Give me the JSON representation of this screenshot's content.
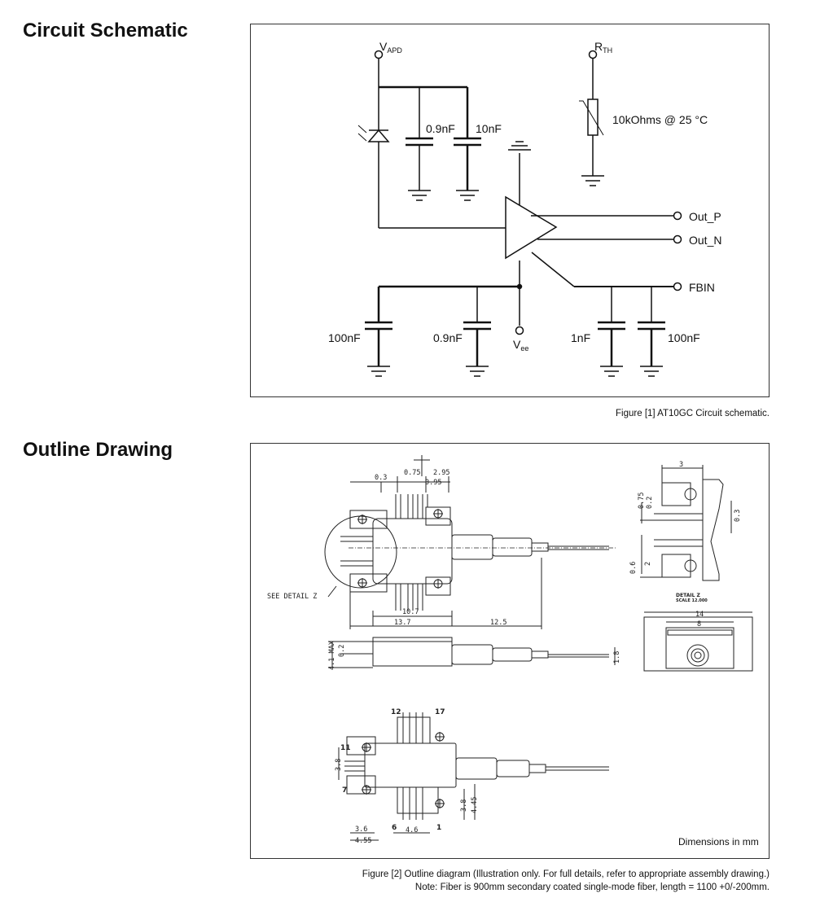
{
  "sections": {
    "schematic_title": "Circuit Schematic",
    "outline_title": "Outline Drawing"
  },
  "schematic": {
    "vapd_main": "V",
    "vapd_sub": "APD",
    "rth_main": "R",
    "rth_sub": "TH",
    "thermistor": "10kOhms @ 25 °C",
    "c1": "0.9nF",
    "c2": "10nF",
    "out_p": "Out_P",
    "out_n": "Out_N",
    "fbin": "FBIN",
    "c3": "100nF",
    "c4": "0.9nF",
    "vee_main": "V",
    "vee_sub": "ee",
    "c5": "1nF",
    "c6": "100nF"
  },
  "captions": {
    "figure1": "Figure [1] AT10GC Circuit schematic.",
    "figure2_line1": "Figure [2] Outline diagram (Illustration only. For full details, refer to appropriate assembly drawing.)",
    "figure2_line2": "Note: Fiber is 900mm secondary coated single-mode fiber, length = 1100 +0/-200mm."
  },
  "outline": {
    "dims_note": "Dimensions in mm",
    "see_detail": "SEE DETAIL  Z",
    "detail_label": "DETAIL  Z",
    "detail_scale": "SCALE  12.000",
    "d_0_3": "0.3",
    "d_0_75": "0.75",
    "d_2_95": "2.95",
    "d_0_95": "0.95",
    "d_10_7": "10.7",
    "d_13_7": "13.7",
    "d_12_5": "12.5",
    "d_4_1max": "4.1 MAX",
    "d_0_2": "0.2",
    "d_1_8": "1.8",
    "d_3": "3",
    "d_0_75v": "0.75",
    "d_0_2v": "0.2",
    "d_0_3v": "0.3",
    "d_0_6": "0.6",
    "d_2": "2",
    "d_14": "14",
    "d_8": "8",
    "d_3_8": "3.8",
    "d_3_8b": "3.8",
    "d_4_45": "4.45",
    "d_3_6": "3.6",
    "d_4_55": "4.55",
    "d_4_6": "4.6",
    "pin12": "12",
    "pin17": "17",
    "pin11": "11",
    "pin7": "7",
    "pin6": "6",
    "pin1": "1"
  }
}
